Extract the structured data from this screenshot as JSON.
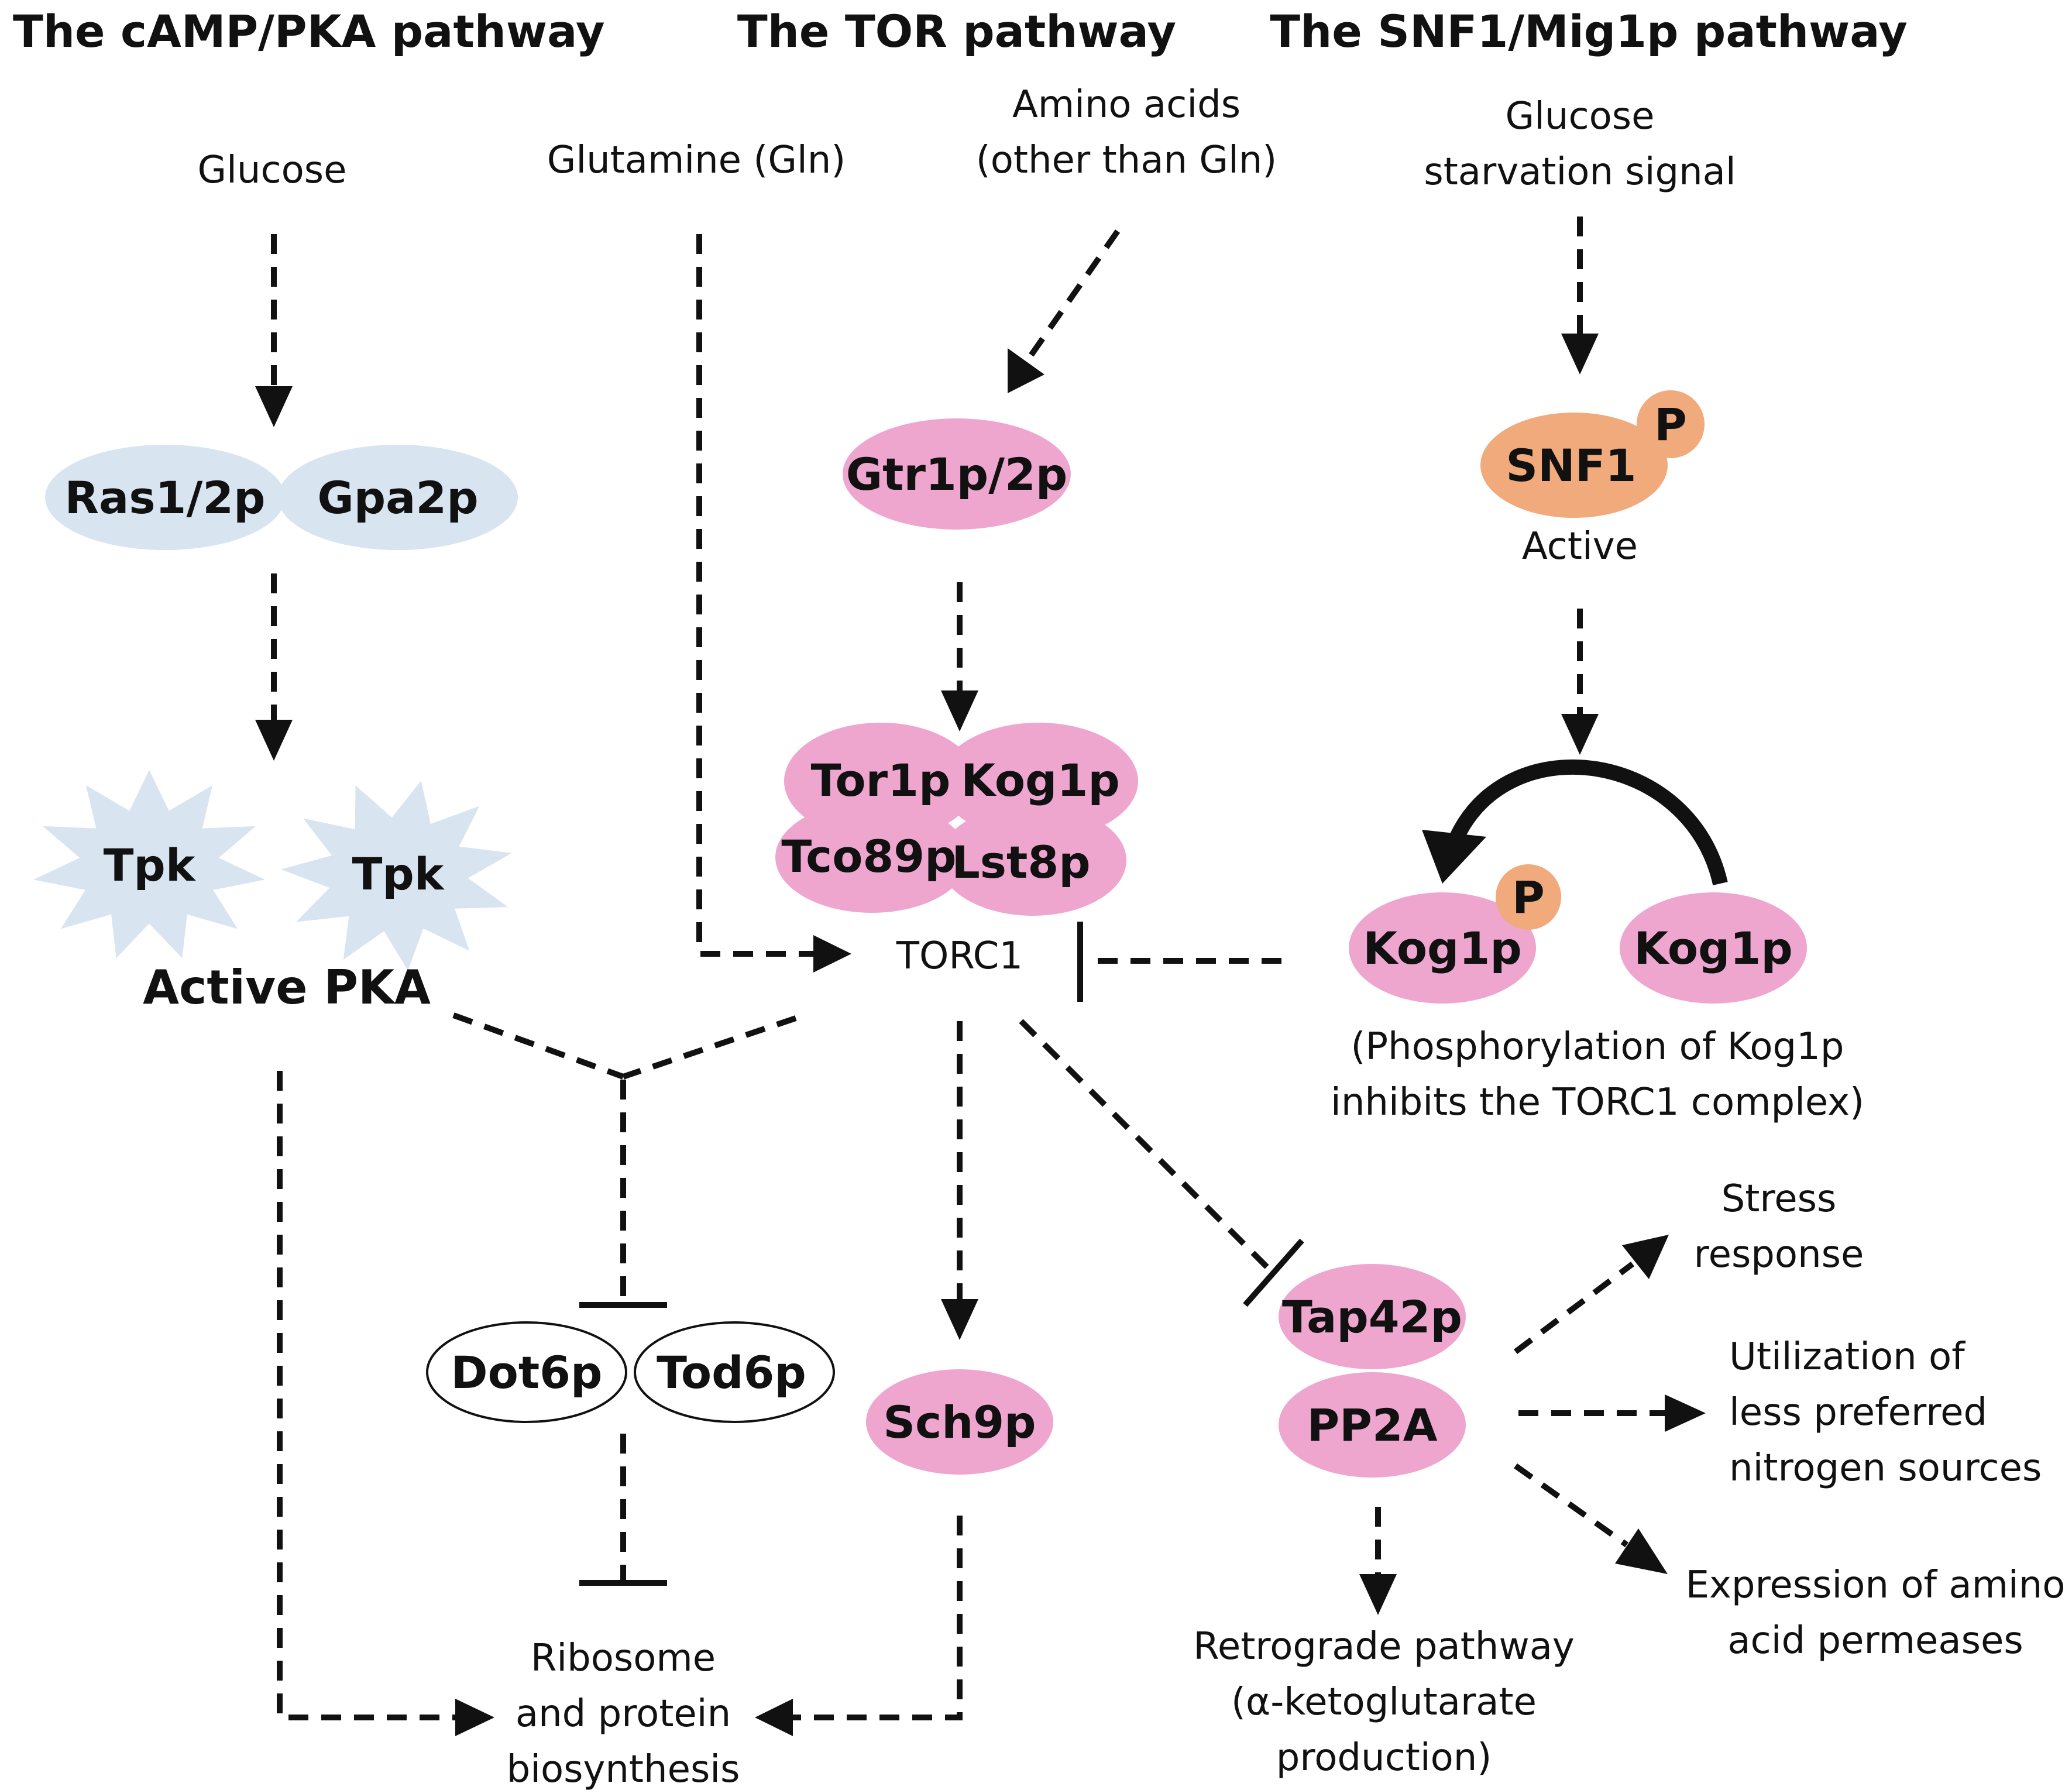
{
  "colors": {
    "camp": "#3b9ad9",
    "tor": "#e07fb5",
    "snf": "#ee8531",
    "pink_node": "#eea6cf",
    "blue_node": "#d9e4f1",
    "orange_node": "#f1aa7b",
    "line": "#111111"
  },
  "titles": {
    "camp": "The cAMP/PKA pathway",
    "tor": "The TOR pathway",
    "snf": "The SNF1/Mig1p pathway"
  },
  "labels": {
    "glucose": "Glucose",
    "glutamine": "Glutamine (Gln)",
    "amino_line1": "Amino acids",
    "amino_line2": "(other than Gln)",
    "starv_line1": "Glucose",
    "starv_line2": "starvation signal",
    "active_snf1": "Active",
    "active_pka": "Active PKA",
    "torc1": "TORC1",
    "phos_line1": "(Phosphorylation of Kog1p",
    "phos_line2": "inhibits the TORC1 complex)",
    "stress_line1": "Stress",
    "stress_line2": "response",
    "util_line1": "Utilization of",
    "util_line2": "less preferred",
    "util_line3": "nitrogen sources",
    "expr_line1": "Expression of amino",
    "expr_line2": "acid permeases",
    "retro_line1": "Retrograde pathway",
    "retro_line2": "(α-ketoglutarate",
    "retro_line3": "production)",
    "ribo_line1": "Ribosome",
    "ribo_line2": "and protein",
    "ribo_line3": "biosynthesis"
  },
  "nodes": {
    "ras": "Ras1/2p",
    "gpa": "Gpa2p",
    "tpk1": "Tpk",
    "tpk2": "Tpk",
    "gtr": "Gtr1p/2p",
    "tor1": "Tor1p",
    "kog1": "Kog1p",
    "tco89": "Tco89p",
    "lst8": "Lst8p",
    "snf1": "SNF1",
    "p_snf1": "P",
    "kog1_p": "Kog1p",
    "p_kog1": "P",
    "kog1_free": "Kog1p",
    "dot6": "Dot6p",
    "tod6": "Tod6p",
    "sch9": "Sch9p",
    "tap42": "Tap42p",
    "pp2a": "PP2A"
  }
}
